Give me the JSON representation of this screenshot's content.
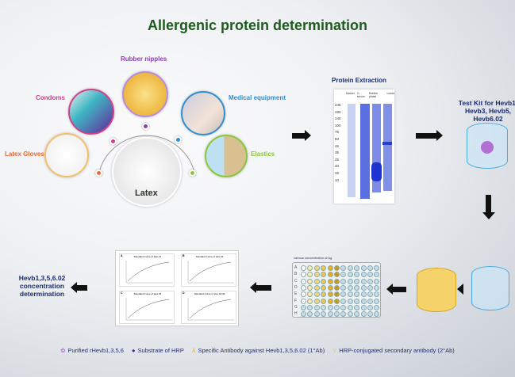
{
  "title": "Allergenic protein determination",
  "sources": {
    "rubber_nipples": "Rubber nipples",
    "condoms": "Condoms",
    "medical_equipment": "Medical equipment",
    "latex_gloves": "Latex Gloves",
    "elastics": "Elastics",
    "latex": "Latex"
  },
  "colors": {
    "rubber_nipples": "#8a3fb0",
    "condoms": "#d0418a",
    "medical_equipment": "#2f8ed0",
    "latex_gloves": "#e86a3a",
    "elastics": "#8cc63f",
    "title": "#1f5a1f",
    "navy": "#1b2c6e"
  },
  "protein_extraction": {
    "label": "Protein Extraction",
    "markers": [
      "245",
      "180",
      "140",
      "100",
      "75",
      "60",
      "45",
      "35",
      "25",
      "20",
      "15",
      "10"
    ],
    "lanes": [
      "Marker",
      "C-serum",
      "Rubber phase",
      "Lutoid"
    ]
  },
  "test_kit": "Test Kit for Hevb1, Hevb3, Hevb5, Hevb6.02",
  "plate": {
    "header": "various concentration of Ag",
    "rows": [
      "A",
      "B",
      "C",
      "D",
      "E",
      "F",
      "G",
      "H"
    ]
  },
  "result": "Hevb1,3,5,6.02 concentration determination",
  "charts": [
    {
      "panel": "A",
      "title": "Standard Curve of Hev b1"
    },
    {
      "panel": "B",
      "title": "Standard Curve of Hev b3"
    },
    {
      "panel": "C",
      "title": "Standard Curve of Hev b5"
    },
    {
      "panel": "D",
      "title": "Standard Curve of Hev b6.02"
    }
  ],
  "legend": [
    "Purified rHevb1,3,5,6",
    "Substrate of HRP",
    "Specific Antibody against Hevb1,3,5,6.02 (1°Ab)",
    "HRP-conjugated secondary antibody (2°Ab)"
  ]
}
